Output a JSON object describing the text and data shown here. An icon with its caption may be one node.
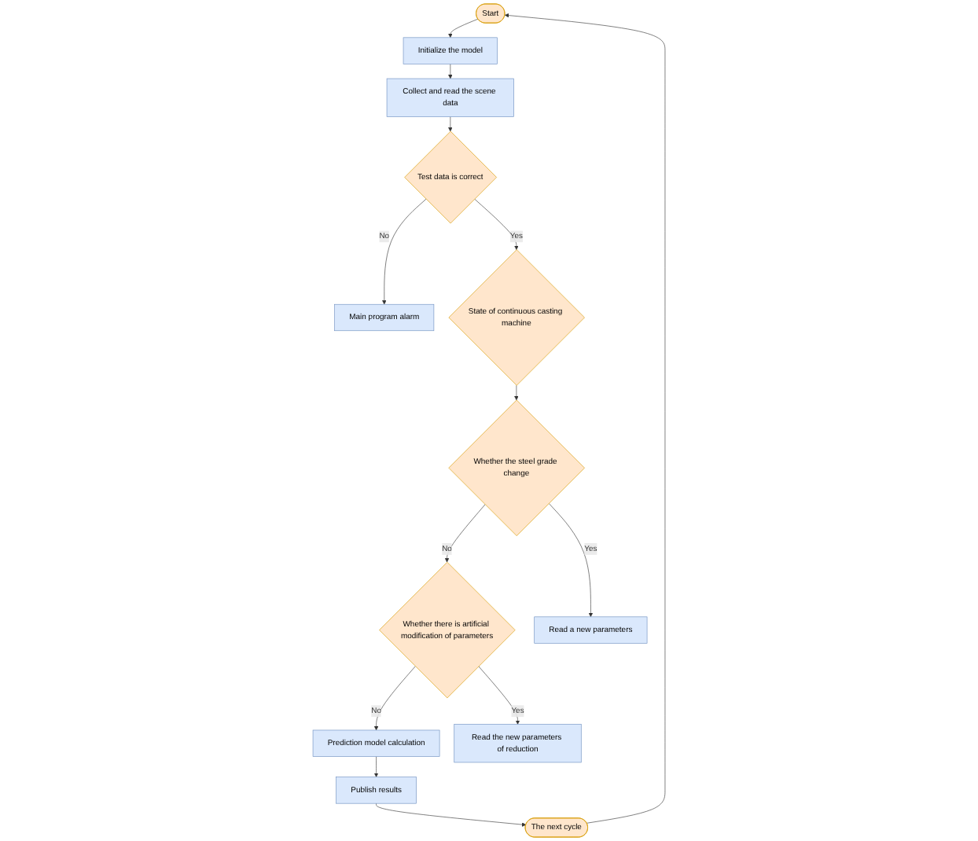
{
  "diagram": {
    "nodes": [
      {
        "text": [
          "Start"
        ]
      },
      {
        "text": [
          "The next cycle"
        ]
      },
      {
        "text": [
          "Initialize the model"
        ]
      },
      {
        "text": [
          "Publish results"
        ]
      },
      {
        "text": [
          "Collect and read the scene data"
        ]
      },
      {
        "text": [
          "Prediction model calculation"
        ]
      },
      {
        "text": [
          "Test data is correct"
        ]
      },
      {
        "text": [
          "Main program alarm"
        ]
      },
      {
        "text": [
          "Whether there is artificial modification of parameters"
        ]
      },
      {
        "text": [
          "Read the new parameters of reduction"
        ]
      },
      {
        "text": [
          "State of continuous casting machine"
        ]
      },
      {
        "text": [
          "Whether the steel grade change"
        ]
      },
      {
        "text": [
          "Read a new parameters"
        ]
      }
    ],
    "edges": [
      {
        "from": 1,
        "to": 0,
        "arrow": "to"
      },
      {
        "from": 0,
        "to": 2,
        "arrow": "to"
      },
      {
        "from": 2,
        "to": 4,
        "arrow": "to"
      },
      {
        "from": 4,
        "to": 6,
        "arrow": "to"
      },
      {
        "from": 6,
        "to": 7,
        "label": "No",
        "arrow": "to"
      },
      {
        "from": 6,
        "to": 10,
        "label": "Yes",
        "arrow": "to"
      },
      {
        "from": 10,
        "to": 11,
        "arrow": "to"
      },
      {
        "from": 11,
        "to": 12,
        "label": "Yes",
        "arrow": "to"
      },
      {
        "from": 11,
        "to": 8,
        "label": "No",
        "arrow": "to"
      },
      {
        "from": 8,
        "to": 9,
        "label": "Yes",
        "arrow": "to"
      },
      {
        "from": 8,
        "to": 5,
        "label": "No",
        "arrow": "to"
      },
      {
        "from": 5,
        "to": 3,
        "arrow": "to"
      },
      {
        "from": 3,
        "to": 1,
        "arrow": "to"
      }
    ]
  }
}
